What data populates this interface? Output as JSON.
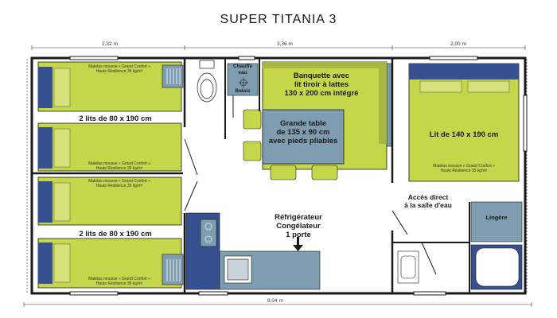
{
  "title": "SUPER TITANIA 3",
  "dimensions": {
    "left_width": "2,32 m",
    "middle_width": "3,36 m",
    "right_width": "2,00 m",
    "total_width": "8,04 m"
  },
  "bedroom_twin": {
    "beds_label": "2 lits de 80 x 190 cm",
    "mattress_line1": "Matelas mousse « Grand Confort »",
    "mattress_line2": "Haute Résilience 35 kg/m³"
  },
  "bedroom_master": {
    "bed_label": "Lit de 140 x 190 cm",
    "mattress_line1": "Matelas mousse « Grand Confort »",
    "mattress_line2": "Haute Résilience 35 kg/m³"
  },
  "water_heater": {
    "line1": "Chauffe",
    "line2": "eau",
    "broom": "Balais"
  },
  "bench": {
    "line1": "Banquette avec",
    "line2": "lit tiroir à lattes",
    "line3": "130 x 200 cm intégré"
  },
  "table": {
    "line1": "Grande table",
    "line2": "de 135 x 90 cm",
    "line3": "avec pieds pliables"
  },
  "fridge": {
    "line1": "Réfrigérateur",
    "line2": "Congélateur",
    "line3": "1 porte"
  },
  "bathroom_access": {
    "line1": "Accès direct",
    "line2": "à la salle d'eau"
  },
  "linen": "Lingère",
  "colors": {
    "wall": "#1a1a1a",
    "bed": "#c5d64a",
    "pillow": "#d7e27a",
    "headboard": "#37508f",
    "furniture": "#7e9db0",
    "floor": "#ffffff"
  }
}
